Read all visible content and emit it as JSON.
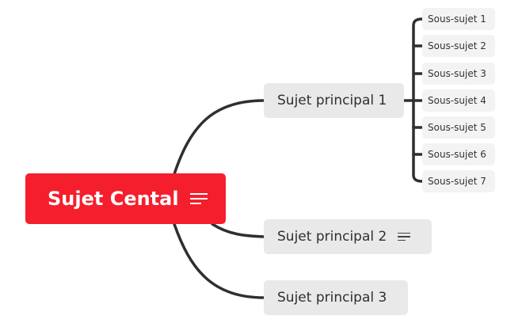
{
  "central": {
    "label": "Sujet Cental",
    "icon": "notes-icon"
  },
  "main_topics": [
    {
      "label": "Sujet principal 1"
    },
    {
      "label": "Sujet principal 2",
      "icon": "notes-icon"
    },
    {
      "label": "Sujet principal 3"
    }
  ],
  "subtopics": [
    "Sous-sujet 1",
    "Sous-sujet 2",
    "Sous-sujet 3",
    "Sous-sujet 4",
    "Sous-sujet 5",
    "Sous-sujet 6",
    "Sous-sujet 7"
  ],
  "colors": {
    "central_fill": "#f51e2d",
    "central_text": "#ffffff",
    "topic_fill": "#e9e9e9",
    "subtopic_fill": "#f3f3f3",
    "connector": "#2f2f2f"
  }
}
